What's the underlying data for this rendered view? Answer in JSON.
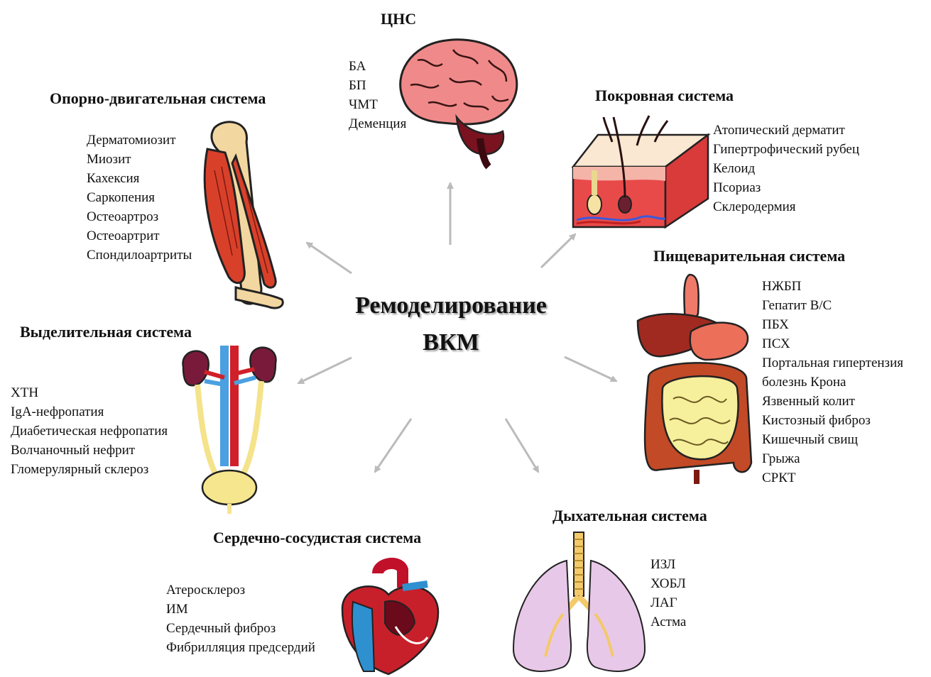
{
  "center": {
    "line1": "Ремоделирование",
    "line2": "ВКМ"
  },
  "arrow_color": "#bbbbbb",
  "systems": {
    "cns": {
      "title": "ЦНС",
      "items": [
        "БА",
        "БП",
        "ЧМТ",
        "Деменция"
      ]
    },
    "musculoskeletal": {
      "title": "Опорно-двигательная система",
      "items": [
        "Дерматомиозит",
        "Миозит",
        "Кахексия",
        "Саркопения",
        "Остеоартроз",
        "Остеоартрит",
        "Спондилоартриты"
      ]
    },
    "integumentary": {
      "title": "Покровная система",
      "items": [
        "Атопический дерматит",
        "Гипертрофический рубец",
        "Келоид",
        "Псориаз",
        "Склеродермия"
      ]
    },
    "digestive": {
      "title": "Пищеварительная система",
      "items": [
        "НЖБП",
        "Гепатит В/С",
        "ПБХ",
        "ПСХ",
        "Портальная гипертензия",
        "болезнь Крона",
        "Язвенный колит",
        "Кистозный фиброз",
        "Кишечный свищ",
        "Грыжа",
        "СРКТ"
      ]
    },
    "excretory": {
      "title": "Выделительная система",
      "items": [
        "ХТН",
        "IgA-нефропатия",
        "Диабетическая нефропатия",
        "Волчаночный нефрит",
        "Гломерулярный склероз"
      ]
    },
    "cardiovascular": {
      "title": "Сердечно-сосудистая система",
      "items": [
        "Атеросклероз",
        "ИМ",
        "Сердечный фиброз",
        "Фибрилляция предсердий"
      ]
    },
    "respiratory": {
      "title": "Дыхательная система",
      "items": [
        "ИЗЛ",
        "ХОБЛ",
        "ЛАГ",
        "Астма"
      ]
    }
  },
  "icons": [
    "brain-icon",
    "muscle-arm-icon",
    "skin-icon",
    "digestive-organs-icon",
    "kidneys-icon",
    "heart-icon",
    "lungs-icon"
  ]
}
